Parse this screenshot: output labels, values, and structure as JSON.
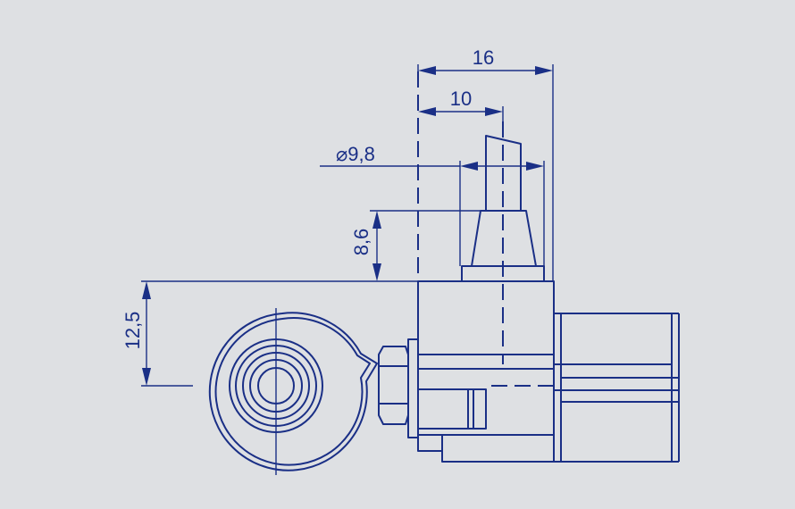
{
  "dimensions": {
    "overall_length": "16",
    "shaft_offset": "10",
    "diameter": "⌀9,8",
    "cone_height": "8,6",
    "eye_height": "12,5"
  },
  "colors": {
    "background": "#dee0e3",
    "line": "#1a2f86"
  }
}
